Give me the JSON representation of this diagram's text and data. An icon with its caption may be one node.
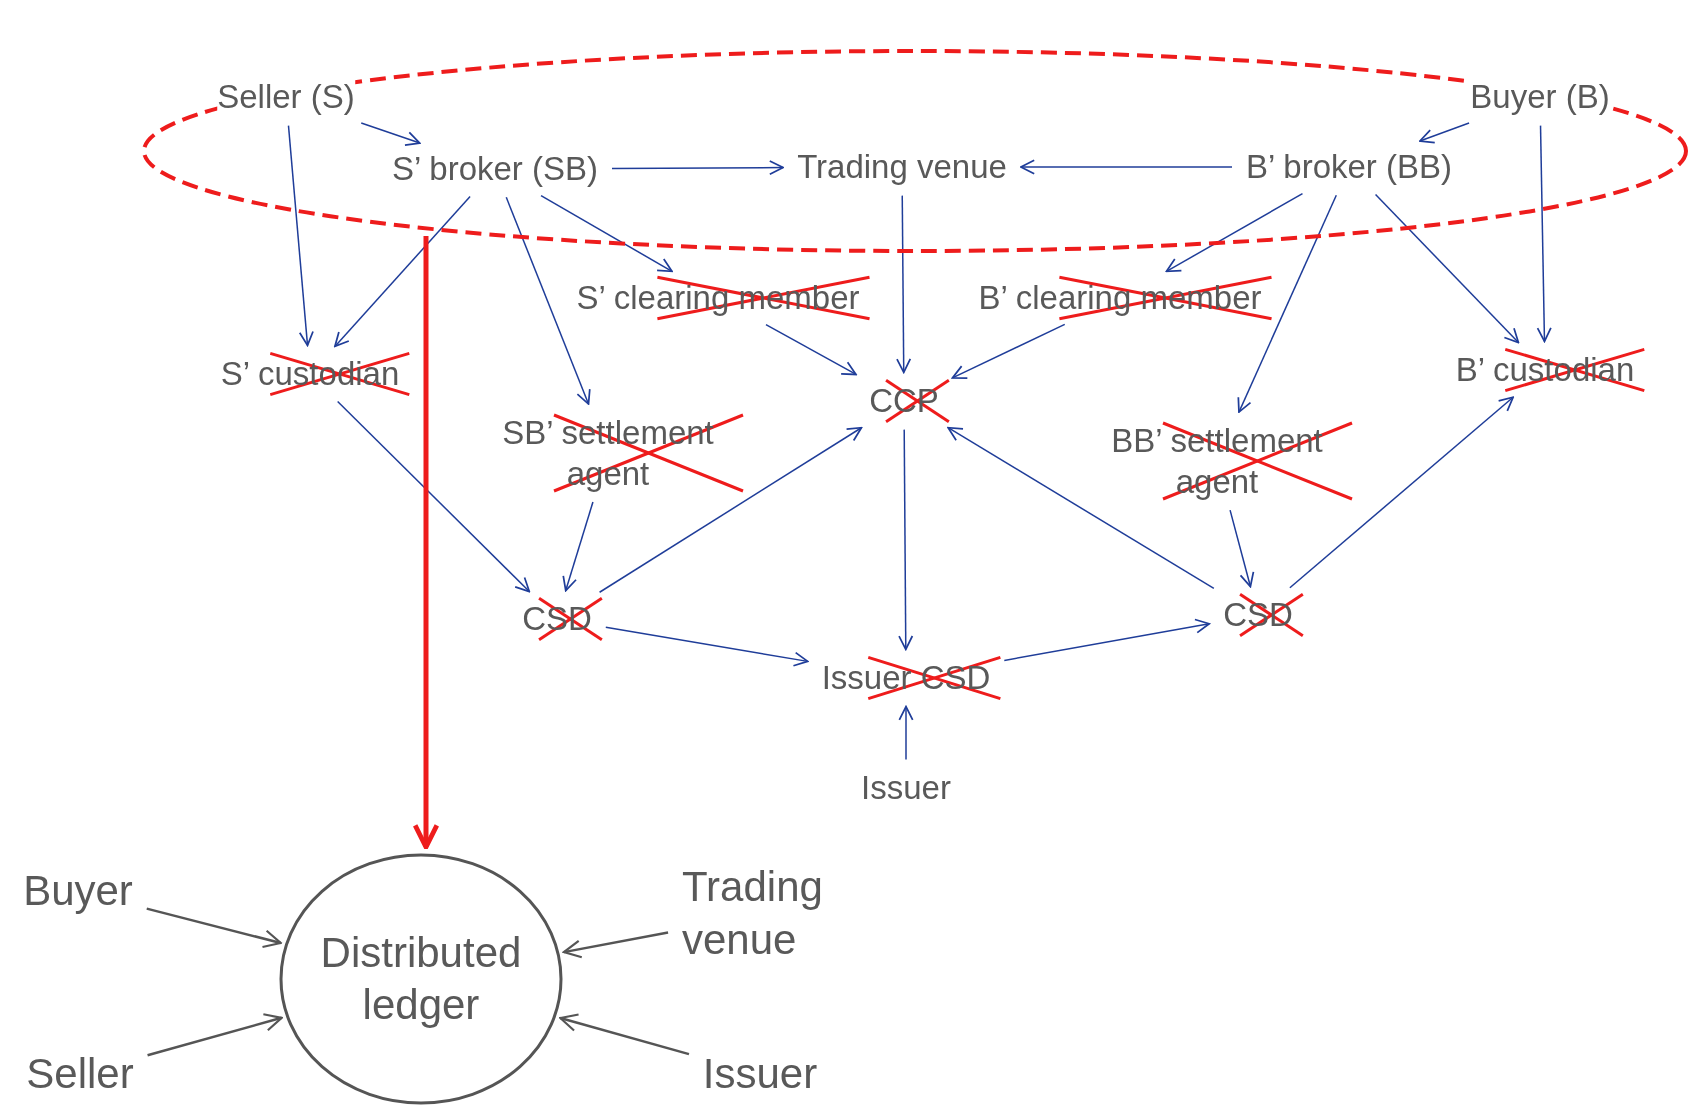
{
  "diagram": {
    "nodes": [
      {
        "text": [],
        "shape": "ellipse"
      },
      {
        "text": [
          "Seller (S)"
        ],
        "in": 0
      },
      {
        "text": [
          "Buyer (B)"
        ],
        "in": 0
      },
      {
        "text": [
          "S’ broker (SB)"
        ],
        "in": 0
      },
      {
        "text": [
          "Trading venue"
        ],
        "in": 0
      },
      {
        "text": [
          "B’ broker (BB)"
        ],
        "in": 0
      },
      {
        "text": [
          "S’ clearing member"
        ]
      },
      {
        "text": [
          "B’ clearing member"
        ]
      },
      {
        "text": [
          "S’ custodian"
        ]
      },
      {
        "text": [
          "B’ custodian"
        ]
      },
      {
        "text": [
          "CCP"
        ]
      },
      {
        "text": [
          "SB’ settlement agent"
        ]
      },
      {
        "text": [
          "BB’ settlement agent"
        ]
      },
      {
        "text": [
          "CSD"
        ]
      },
      {
        "text": [
          "CSD"
        ]
      },
      {
        "text": [
          "Issuer CSD"
        ]
      },
      {
        "text": [
          "Issuer"
        ]
      },
      {
        "text": [
          "Distributed ledger"
        ]
      },
      {
        "text": [
          "Buyer"
        ]
      },
      {
        "text": [
          "Seller"
        ]
      },
      {
        "text": [
          "Trading venue"
        ]
      },
      {
        "text": [
          "Issuer"
        ]
      }
    ],
    "edges": [
      {
        "from": 1,
        "to": 3,
        "arrow": "to"
      },
      {
        "from": 1,
        "to": 8,
        "arrow": "to"
      },
      {
        "from": 2,
        "to": 5,
        "arrow": "to"
      },
      {
        "from": 2,
        "to": 9,
        "arrow": "to"
      },
      {
        "from": 3,
        "to": 4,
        "arrow": "to"
      },
      {
        "from": 5,
        "to": 4,
        "arrow": "to"
      },
      {
        "from": 3,
        "to": 8,
        "arrow": "to"
      },
      {
        "from": 3,
        "to": 11,
        "arrow": "to"
      },
      {
        "from": 3,
        "to": 6,
        "arrow": "to"
      },
      {
        "from": 5,
        "to": 7,
        "arrow": "to"
      },
      {
        "from": 5,
        "to": 12,
        "arrow": "to"
      },
      {
        "from": 5,
        "to": 9,
        "arrow": "to"
      },
      {
        "from": 4,
        "to": 10,
        "arrow": "to"
      },
      {
        "from": 6,
        "to": 10,
        "arrow": "to"
      },
      {
        "from": 7,
        "to": 10,
        "arrow": "to"
      },
      {
        "from": 8,
        "to": 13,
        "arrow": "to"
      },
      {
        "from": 11,
        "to": 13,
        "arrow": "to"
      },
      {
        "from": 13,
        "to": 10,
        "arrow": "to"
      },
      {
        "from": 13,
        "to": 15,
        "arrow": "to"
      },
      {
        "from": 10,
        "to": 15,
        "arrow": "to"
      },
      {
        "from": 16,
        "to": 15,
        "arrow": "to"
      },
      {
        "from": 15,
        "to": 14,
        "arrow": "to"
      },
      {
        "from": 14,
        "to": 10,
        "arrow": "to"
      },
      {
        "from": 12,
        "to": 14,
        "arrow": "to"
      },
      {
        "from": 14,
        "to": 9,
        "arrow": "to"
      },
      {
        "from": 0,
        "to": 17,
        "arrow": "to",
        "style": "thick",
        "color": "#ee1c1c"
      },
      {
        "from": 18,
        "to": 17,
        "arrow": "to",
        "color": "#555555"
      },
      {
        "from": 19,
        "to": 17,
        "arrow": "to",
        "color": "#555555"
      },
      {
        "from": 20,
        "to": 17,
        "arrow": "to",
        "color": "#555555"
      },
      {
        "from": 21,
        "to": 17,
        "arrow": "to",
        "color": "#555555"
      }
    ]
  }
}
